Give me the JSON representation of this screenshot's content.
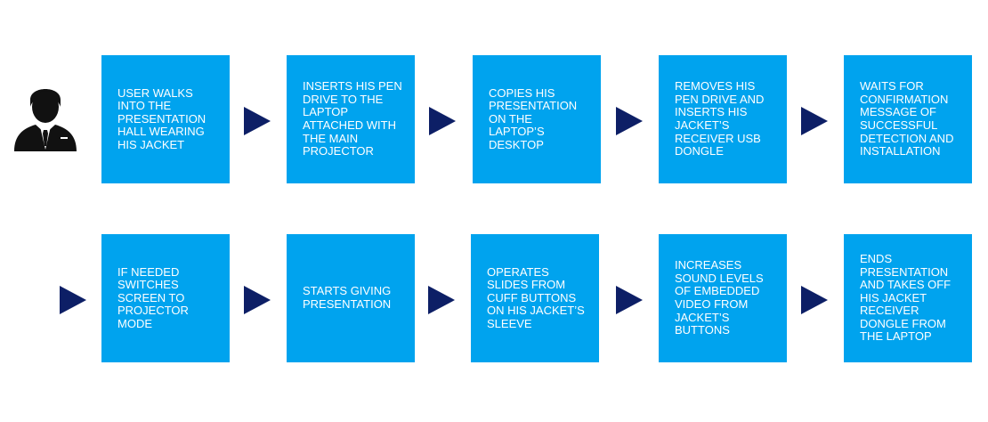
{
  "colors": {
    "box": "#00a3ee",
    "arrow": "#0d1f66",
    "icon": "#111111"
  },
  "icon": "businessman-user-icon",
  "row1": [
    "USER WALKS INTO THE PRESENTATION HALL WEARING HIS JACKET",
    "INSERTS HIS PEN DRIVE TO THE LAPTOP ATTACHED WITH THE MAIN PROJECTOR",
    "COPIES HIS PRESENTATION ON THE LAPTOP’S DESKTOP",
    "REMOVES HIS PEN DRIVE AND INSERTS HIS JACKET’S RECEIVER USB DONGLE",
    "WAITS FOR CONFIRMATION MESSAGE OF SUCCESSFUL DETECTION AND INSTALLATION"
  ],
  "row2": [
    "IF NEEDED SWITCHES SCREEN TO PROJECTOR MODE",
    "STARTS GIVING PRESENTATION",
    "OPERATES SLIDES FROM CUFF BUTTONS ON HIS JACKET’S SLEEVE",
    "INCREASES SOUND LEVELS OF EMBEDDED VIDEO FROM JACKET’S BUTTONS",
    "ENDS PRESENTATION AND TAKES OFF HIS JACKET RECEIVER DONGLE FROM THE LAPTOP"
  ]
}
